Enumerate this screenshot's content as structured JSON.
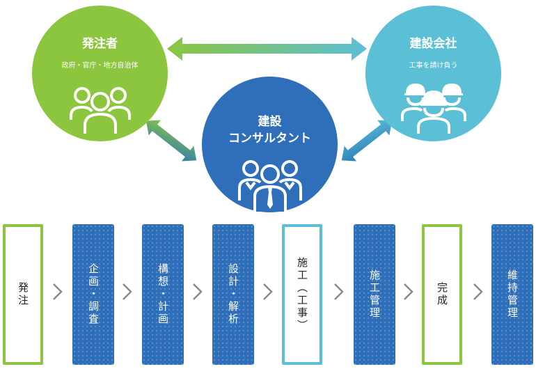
{
  "colors": {
    "green": "#8cc63f",
    "cyan": "#5bbfd6",
    "blue": "#2f6fba",
    "arrow_blue": "#2a78b8",
    "chevron": "#8a8a8a"
  },
  "nodes": {
    "client": {
      "title": "発注者",
      "subtitle": "政府・官庁・地方自治体",
      "icon": "people-group-icon"
    },
    "contractor": {
      "title": "建設会社",
      "subtitle": "工事を請け負う",
      "icon": "hardhat-workers-icon"
    },
    "consultant": {
      "title_line1": "建設",
      "title_line2": "コンサルタント",
      "icon": "business-people-icon"
    }
  },
  "process": [
    {
      "label": "発注",
      "style": "outline",
      "border_color": "#8cc63f"
    },
    {
      "label": "企画・調査",
      "style": "filled"
    },
    {
      "label": "構想・計画",
      "style": "filled"
    },
    {
      "label": "設計・解析",
      "style": "filled"
    },
    {
      "label": "施工（工事）",
      "style": "outline",
      "border_color": "#5bbfd6"
    },
    {
      "label": "施工管理",
      "style": "filled"
    },
    {
      "label": "完成",
      "style": "outline",
      "border_color": "#8cc63f"
    },
    {
      "label": "維持管理",
      "style": "filled"
    }
  ]
}
